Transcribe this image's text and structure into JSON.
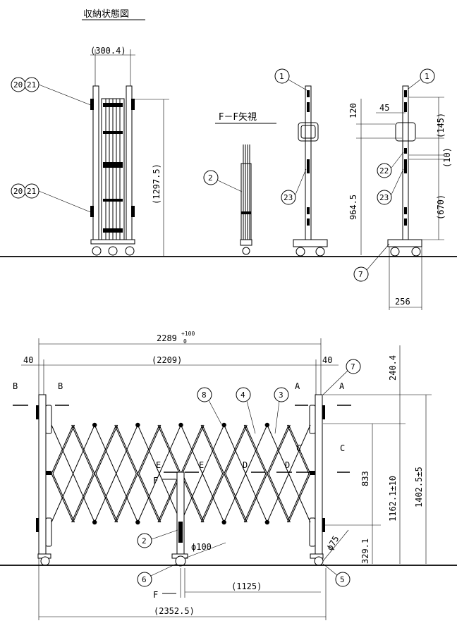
{
  "titles": {
    "storage_state": "収納状態図",
    "ff_view": "F－F矢視"
  },
  "dims": {
    "storage_width": "(300.4)",
    "storage_height": "(1297.5)",
    "post_height": "964.5",
    "d120": "120",
    "d45": "45",
    "d145": "(145)",
    "d10": "(10)",
    "d670": "(670)",
    "d256": "256",
    "overall_width": "2289",
    "overall_tol_upper": "+100",
    "overall_tol_lower": "0",
    "d40_left": "40",
    "d40_right": "40",
    "d2209": "(2209)",
    "d240": "240.4",
    "d833": "833",
    "d1162": "1162.1±10",
    "d1402": "1402.5±5",
    "d329": "329.1",
    "phi100": "ϕ100",
    "phi75": "ϕ75",
    "d1125": "(1125)",
    "d2352": "(2352.5)"
  },
  "callouts": {
    "b20_top": "20",
    "b21_top": "21",
    "b20_bot": "20",
    "b21_bot": "21",
    "b2_ff": "2",
    "b1_a": "1",
    "b23_a": "23",
    "b1_b": "1",
    "b22_b": "22",
    "b23_b": "23",
    "b7_side": "7",
    "b7_front": "7",
    "b8": "8",
    "b4": "4",
    "b3": "3",
    "b2_front": "2",
    "b6": "6",
    "b5": "5"
  },
  "sections": {
    "b_left": "B",
    "b_right": "B",
    "a_left": "A",
    "a_right": "A",
    "c_left": "C",
    "c_right": "C",
    "d_left": "D",
    "d_right": "D",
    "e_left": "E",
    "e_right": "E",
    "f_top": "F",
    "f_bottom": "F"
  }
}
